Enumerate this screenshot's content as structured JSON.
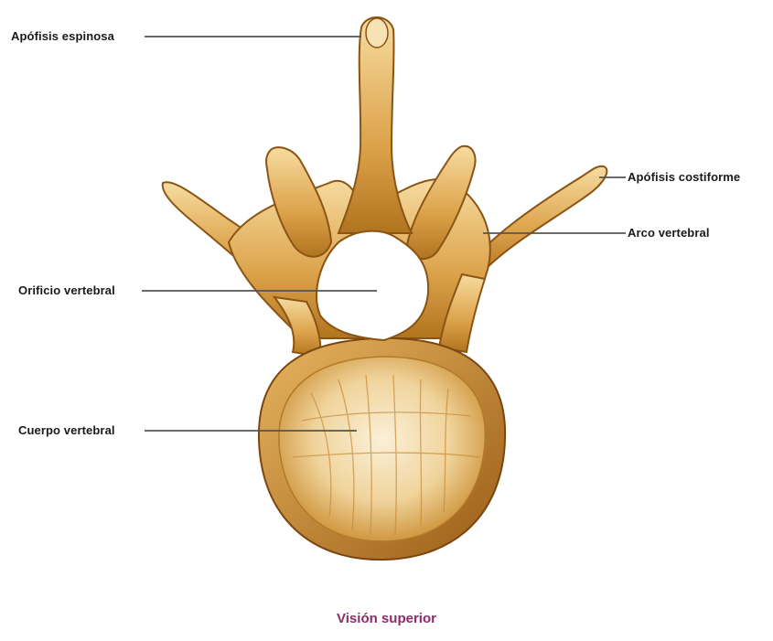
{
  "labels": {
    "apofisis_espinosa": "Apófisis espinosa",
    "apofisis_costiforme": "Apófisis costiforme",
    "arco_vertebral": "Arco vertebral",
    "orificio_vertebral": "Orificio vertebral",
    "cuerpo_vertebral": "Cuerpo vertebral"
  },
  "caption": "Visión superior",
  "colors": {
    "bone_light": "#f2d8a0",
    "bone_mid": "#d49a3e",
    "bone_dark": "#8a5414",
    "leader_line": "#555555",
    "caption": "#8e2a6a"
  }
}
